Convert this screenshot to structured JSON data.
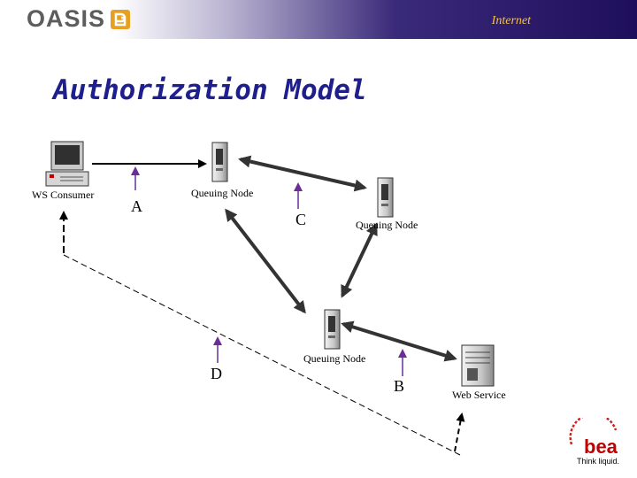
{
  "header": {
    "logo_text": "OASIS",
    "section_label": "Internet"
  },
  "slide": {
    "title": "Authorization Model"
  },
  "nodes": {
    "ws_consumer": "WS Consumer",
    "queuing_node_1": "Queuing Node",
    "queuing_node_2": "Queuing Node",
    "queuing_node_3": "Queuing Node",
    "web_service": "Web Service"
  },
  "markers": {
    "a": "A",
    "b": "B",
    "c": "C",
    "d": "D"
  },
  "footer": {
    "brand": "bea",
    "tagline": "Think liquid."
  },
  "colors": {
    "title": "#1e1e8c",
    "section": "#f4c242",
    "marker_arrow": "#6a2d9a"
  },
  "icons": [
    "desktop-computer-icon",
    "server-tower-icon",
    "server-tower-icon",
    "server-tower-icon",
    "server-rack-icon"
  ]
}
